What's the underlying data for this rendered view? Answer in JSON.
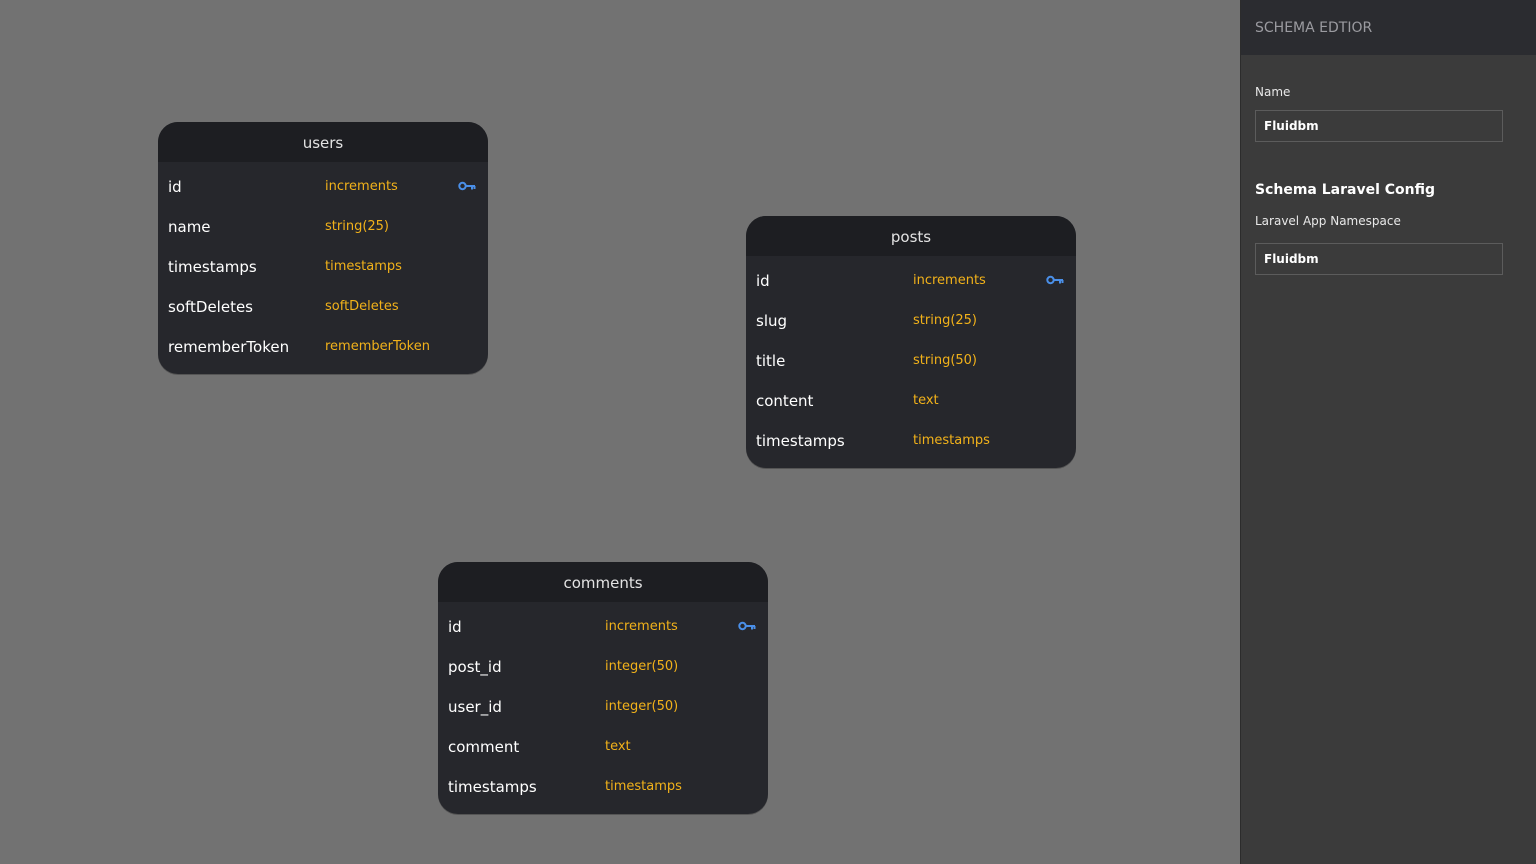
{
  "canvas": {
    "tables": [
      {
        "name": "users",
        "columns": [
          {
            "name": "id",
            "type": "increments",
            "primary_key": true
          },
          {
            "name": "name",
            "type": "string(25)",
            "primary_key": false
          },
          {
            "name": "timestamps",
            "type": "timestamps",
            "primary_key": false
          },
          {
            "name": "softDeletes",
            "type": "softDeletes",
            "primary_key": false
          },
          {
            "name": "rememberToken",
            "type": "rememberToken",
            "primary_key": false
          }
        ]
      },
      {
        "name": "posts",
        "columns": [
          {
            "name": "id",
            "type": "increments",
            "primary_key": true
          },
          {
            "name": "slug",
            "type": "string(25)",
            "primary_key": false
          },
          {
            "name": "title",
            "type": "string(50)",
            "primary_key": false
          },
          {
            "name": "content",
            "type": "text",
            "primary_key": false
          },
          {
            "name": "timestamps",
            "type": "timestamps",
            "primary_key": false
          }
        ]
      },
      {
        "name": "comments",
        "columns": [
          {
            "name": "id",
            "type": "increments",
            "primary_key": true
          },
          {
            "name": "post_id",
            "type": "integer(50)",
            "primary_key": false
          },
          {
            "name": "user_id",
            "type": "integer(50)",
            "primary_key": false
          },
          {
            "name": "comment",
            "type": "text",
            "primary_key": false
          },
          {
            "name": "timestamps",
            "type": "timestamps",
            "primary_key": false
          }
        ]
      }
    ]
  },
  "sidebar": {
    "title": "SCHEMA EDTIOR",
    "name_label": "Name",
    "name_value": "Fluidbm",
    "config_title": "Schema Laravel Config",
    "namespace_label": "Laravel App Namespace",
    "namespace_value": "Fluidbm"
  },
  "icons": {
    "primary_key": "key-icon"
  },
  "colors": {
    "canvas_bg": "#727272",
    "card_bg": "#26272c",
    "card_header_bg": "#1d1e22",
    "type_text": "#f2b21a",
    "key_icon": "#4a8fe8",
    "sidebar_bg": "#3b3b3b",
    "sidebar_header_bg": "#2b2c30"
  }
}
